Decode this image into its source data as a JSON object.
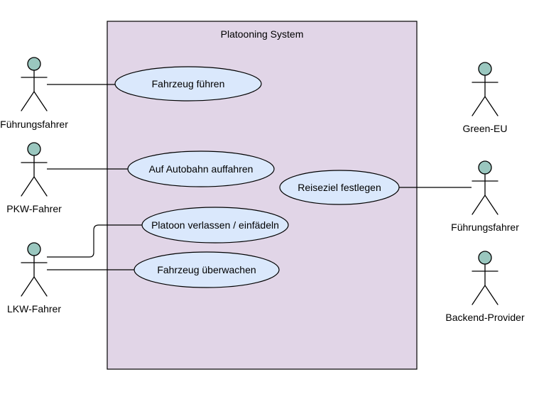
{
  "system": {
    "title": "Platooning System"
  },
  "use_cases": [
    {
      "id": "fahrzeug-fuehren",
      "label": "Fahrzeug führen"
    },
    {
      "id": "auf-autobahn-auffahren",
      "label": "Auf Autobahn auffahren"
    },
    {
      "id": "platoon-verlassen",
      "label": "Platoon verlassen / einfädeln"
    },
    {
      "id": "fahrzeug-ueberwachen",
      "label": "Fahrzeug überwachen"
    },
    {
      "id": "reiseziel-festlegen",
      "label": "Reiseziel festlegen"
    }
  ],
  "actors": [
    {
      "id": "fuehrungsfahrer-left",
      "label": "Führungsfahrer"
    },
    {
      "id": "pkw-fahrer",
      "label": "PKW-Fahrer"
    },
    {
      "id": "lkw-fahrer",
      "label": "LKW-Fahrer"
    },
    {
      "id": "green-eu",
      "label": "Green-EU"
    },
    {
      "id": "fuehrungsfahrer-right",
      "label": "Führungsfahrer"
    },
    {
      "id": "backend-provider",
      "label": "Backend-Provider"
    }
  ],
  "associations": [
    {
      "actor": "fuehrungsfahrer-left",
      "use_case": "fahrzeug-fuehren"
    },
    {
      "actor": "pkw-fahrer",
      "use_case": "auf-autobahn-auffahren"
    },
    {
      "actor": "lkw-fahrer",
      "use_case": "platoon-verlassen"
    },
    {
      "actor": "lkw-fahrer",
      "use_case": "fahrzeug-ueberwachen"
    },
    {
      "actor": "fuehrungsfahrer-right",
      "use_case": "reiseziel-festlegen"
    }
  ],
  "colors": {
    "system_fill": "#e1d5e7",
    "use_case_fill": "#dae8fc",
    "actor_head_fill": "#9ac7bf",
    "stroke": "#000000"
  }
}
